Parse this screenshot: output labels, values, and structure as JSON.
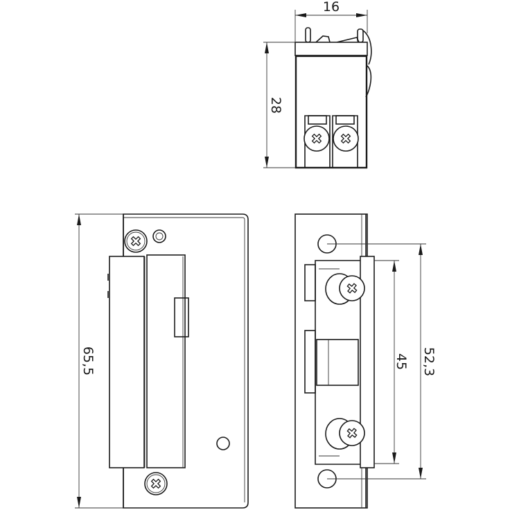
{
  "drawing": {
    "title": "Electric strike lock – dimensional drawing",
    "line_color": "#1a1a1a",
    "background": "#ffffff"
  },
  "views": {
    "top": {
      "name": "top-view",
      "dimensions": {
        "width": "16",
        "height": "28"
      },
      "terminals": 2
    },
    "front": {
      "name": "front-view",
      "dimensions": {
        "height": "65,5"
      },
      "screws": 2,
      "holes": 2
    },
    "side": {
      "name": "side-view",
      "dimensions": {
        "inner": "45",
        "outer": "52,3"
      },
      "screws": 2,
      "holes": 2
    }
  }
}
